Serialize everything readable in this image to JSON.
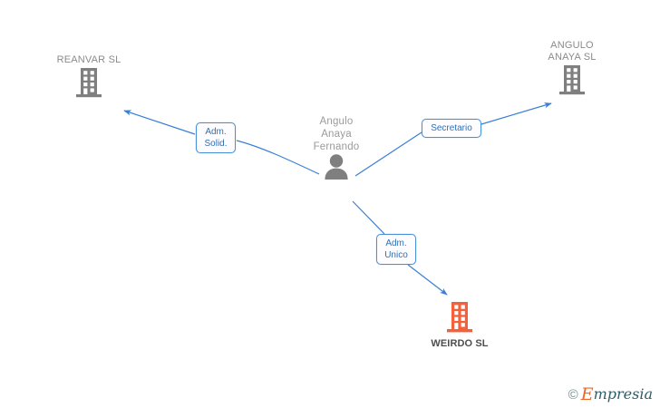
{
  "diagram": {
    "title": "Angulo Anaya Fernando - corporate relationship graph",
    "background": "#ffffff",
    "edge_color": "#3a7fd5",
    "company_gray": "#7f7f7f",
    "company_orange": "#f4603a",
    "person_gray": "#7f7f7f"
  },
  "nodes": {
    "reanvar": {
      "label": "REANVAR SL",
      "type": "company",
      "icon": "building-icon",
      "color": "#7f7f7f",
      "focal": false
    },
    "angulo_anaya": {
      "label": "ANGULO\nANAYA  SL",
      "type": "company",
      "icon": "building-icon",
      "color": "#7f7f7f",
      "focal": false
    },
    "person": {
      "label": "Angulo\nAnaya\nFernando",
      "type": "person",
      "icon": "person-icon",
      "color": "#7f7f7f"
    },
    "weirdo": {
      "label": "WEIRDO SL",
      "type": "company",
      "icon": "building-icon",
      "color": "#f4603a",
      "focal": true
    }
  },
  "edges": [
    {
      "id": "adm-solid",
      "from": "person",
      "to": "reanvar",
      "label": "Adm.\nSolid.",
      "direction": "to-target"
    },
    {
      "id": "secretario",
      "from": "person",
      "to": "angulo_anaya",
      "label": "Secretario",
      "direction": "to-target"
    },
    {
      "id": "adm-unico",
      "from": "person",
      "to": "weirdo",
      "label": "Adm.\nUnico",
      "direction": "to-target"
    }
  ],
  "watermark": {
    "copyright": "©",
    "brand_initial": "E",
    "brand_rest": "mpresia"
  }
}
